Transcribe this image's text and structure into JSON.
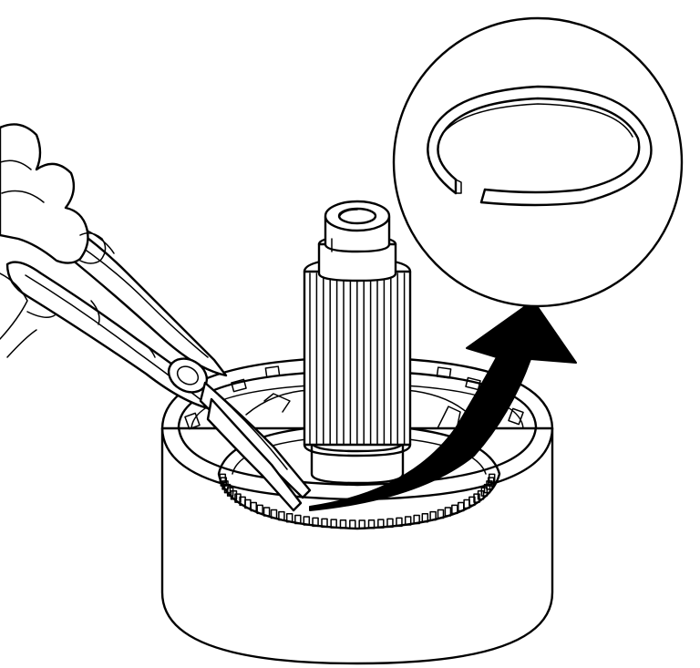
{
  "figure": {
    "background_color": "#ffffff",
    "line_color": "#000000",
    "parts": [
      {
        "name": "housing",
        "kind": "cylinder"
      },
      {
        "name": "output-shaft",
        "kind": "splined-shaft"
      },
      {
        "name": "gear-ring",
        "kind": "toothed-ring"
      },
      {
        "name": "snap-ring-pliers",
        "kind": "tool"
      },
      {
        "name": "hand",
        "kind": "hand"
      },
      {
        "name": "removal-arrow",
        "kind": "arrow-icon"
      },
      {
        "name": "snap-ring-detail",
        "kind": "magnified-callout"
      }
    ]
  }
}
